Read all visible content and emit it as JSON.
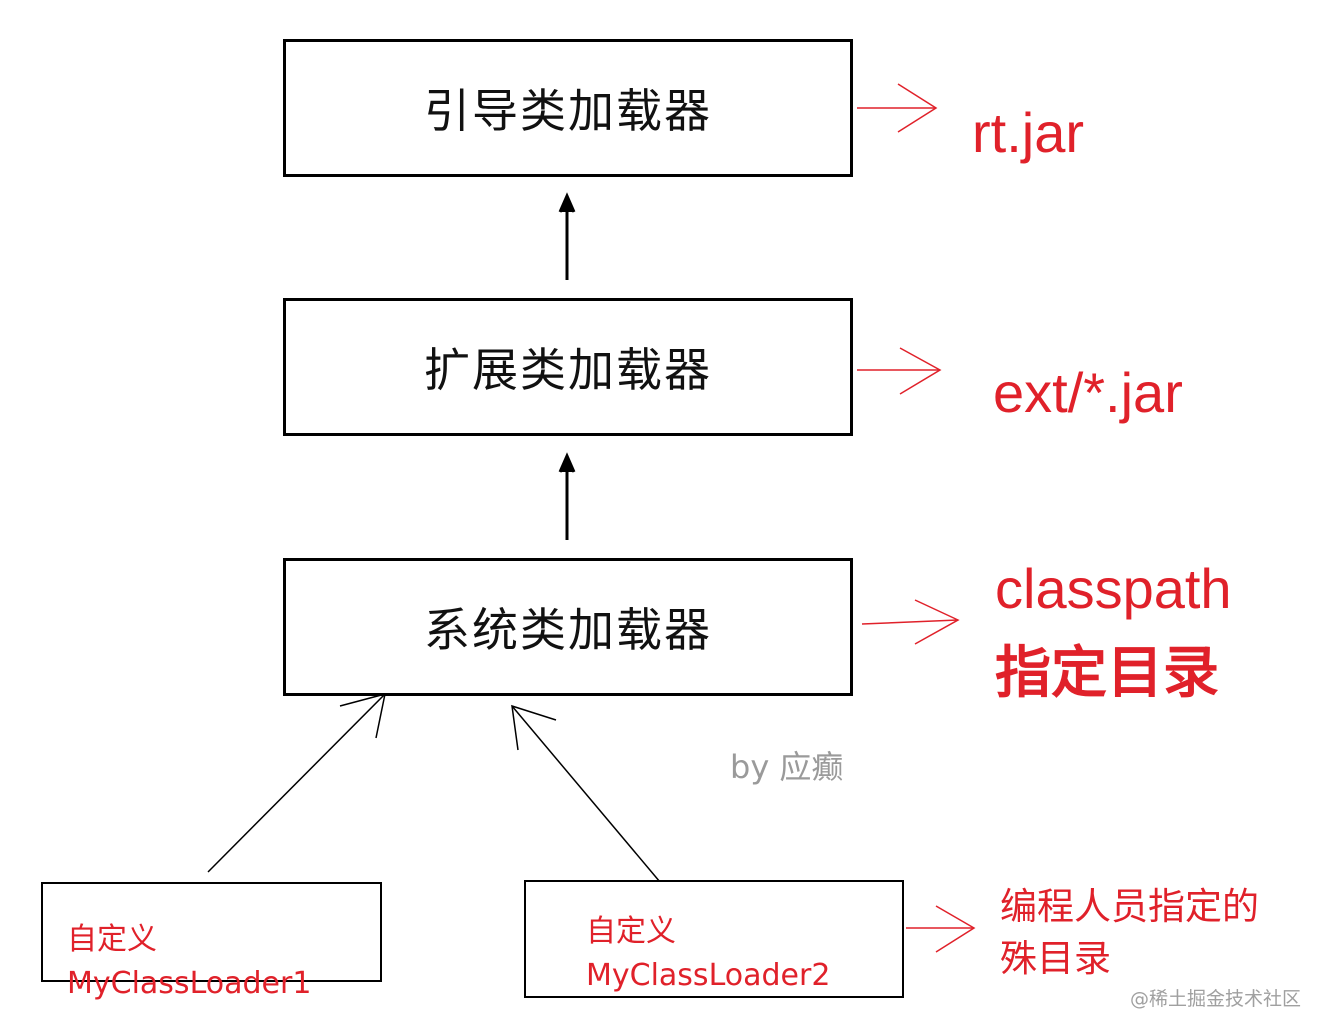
{
  "loaders": {
    "bootstrap": "引导类加载器",
    "extension": "扩展类加载器",
    "system": "系统类加载器",
    "custom1": {
      "line1": "自定义",
      "line2": "MyClassLoader1"
    },
    "custom2": {
      "line1": "自定义",
      "line2": "MyClassLoader2"
    }
  },
  "paths": {
    "bootstrap": "rt.jar",
    "extension": "ext/*.jar",
    "system_line1": "classpath",
    "system_line2": "指定目录",
    "custom_line1": "编程人员指定的",
    "custom_line2": "殊目录"
  },
  "author": "by 应癫",
  "watermark": "@稀土掘金技术社区",
  "colors": {
    "accent_red": "#e0212a",
    "box_border": "#000000",
    "author_gray": "#9a9a9a"
  }
}
